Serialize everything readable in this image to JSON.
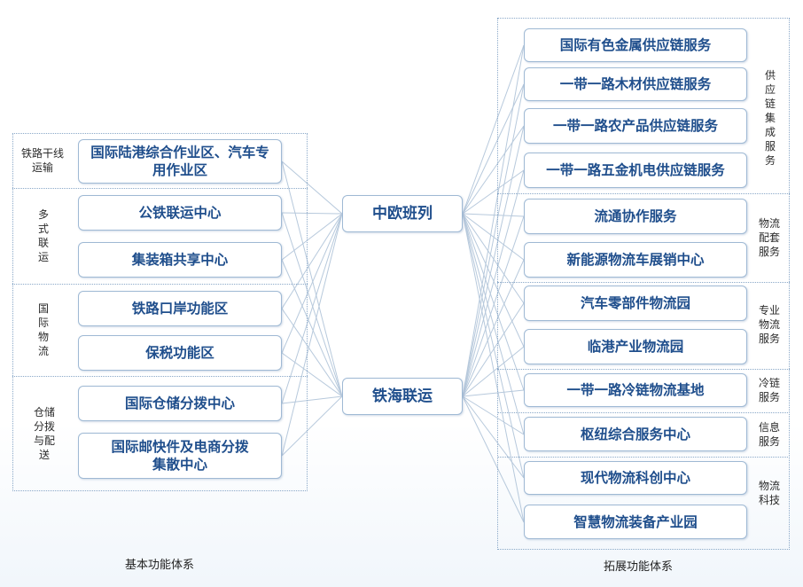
{
  "left_title": "基本功能体系",
  "right_title": "拓展功能体系",
  "hubs": [
    "中欧班列",
    "铁海联运"
  ],
  "left_groups": [
    {
      "label": "铁路干线运输",
      "items": [
        "国际陆港综合作业区、汽车专用作业区"
      ]
    },
    {
      "label": "多式联运",
      "items": [
        "公铁联运中心",
        "集装箱共享中心"
      ]
    },
    {
      "label": "国际物流",
      "items": [
        "铁路口岸功能区",
        "保税功能区"
      ]
    },
    {
      "label": "仓储分拨与配送",
      "items": [
        "国际仓储分拨中心",
        "国际邮快件及电商分拨集散中心"
      ]
    }
  ],
  "right_groups": [
    {
      "label": "供应链集成服务",
      "items": [
        "国际有色金属供应链服务",
        "一带一路木材供应链服务",
        "一带一路农产品供应链服务",
        "一带一路五金机电供应链服务"
      ]
    },
    {
      "label": "物流配套服务",
      "items": [
        "流通协作服务",
        "新能源物流车展销中心"
      ]
    },
    {
      "label": "专业物流服务",
      "items": [
        "汽车零部件物流园",
        "临港产业物流园"
      ]
    },
    {
      "label": "冷链服务",
      "items": [
        "一带一路冷链物流基地"
      ]
    },
    {
      "label": "信息服务",
      "items": [
        "枢纽综合服务中心"
      ]
    },
    {
      "label": "物流科技",
      "items": [
        "现代物流科创中心",
        "智慧物流装备产业园"
      ]
    }
  ],
  "colors": {
    "node_text": "#1f4e8c",
    "node_border": "#9fb9d4",
    "panel_border": "#8aa8c8",
    "connector": "#b7c9dc"
  }
}
